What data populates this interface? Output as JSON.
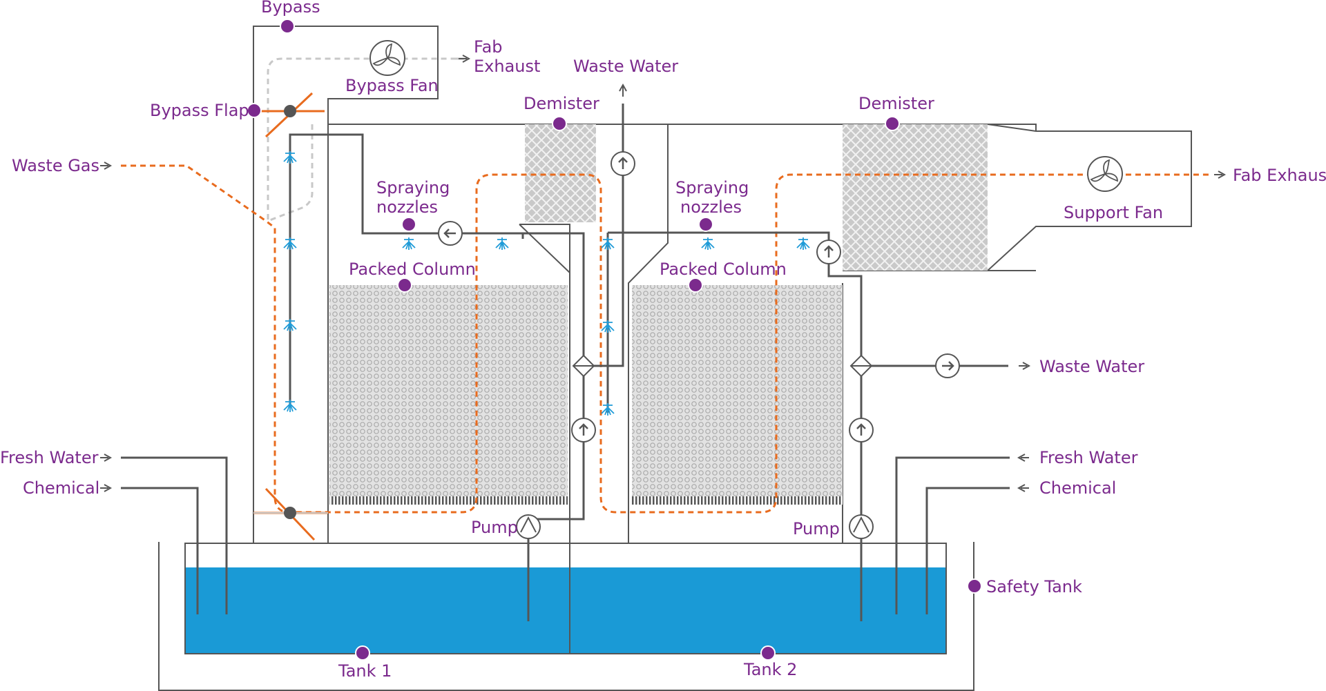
{
  "labels": {
    "bypass": "Bypass",
    "bypass_fan": "Bypass Fan",
    "fab_exhaust_top_1": "Fab",
    "fab_exhaust_top_2": "Exhaust",
    "waste_water_top": "Waste Water",
    "demister_1": "Demister",
    "demister_2": "Demister",
    "bypass_flap": "Bypass Flap",
    "waste_gas": "Waste Gas",
    "spraying_1a": "Spraying",
    "spraying_1b": "nozzles",
    "spraying_2a": "Spraying",
    "spraying_2b": "nozzles",
    "fab_exhaust_right": "Fab Exhaust",
    "support_fan": "Support Fan",
    "packed_column_1": "Packed Column",
    "packed_column_2": "Packed Column",
    "waste_water_right": "Waste Water",
    "fresh_water_left": "Fresh Water",
    "chemical_left": "Chemical",
    "fresh_water_right": "Fresh Water",
    "chemical_right": "Chemical",
    "pump_1": "Pump",
    "pump_2": "Pump",
    "safety_tank": "Safety Tank",
    "tank_1": "Tank 1",
    "tank_2": "Tank 2"
  },
  "colors": {
    "label": "#7b2a8d",
    "marker": "#7b2a8d",
    "gas_flow": "#e86b1e",
    "bypass_flow": "#c8c8c8",
    "water": "#1a9ad6",
    "nozzle": "#1f9bd7",
    "pipe": "#555555"
  },
  "icons": [
    "fan-icon",
    "pump-icon",
    "flow-arrow-icon",
    "heat-exchanger-icon",
    "spray-nozzle-icon",
    "flow-direction-arrow-icon"
  ]
}
